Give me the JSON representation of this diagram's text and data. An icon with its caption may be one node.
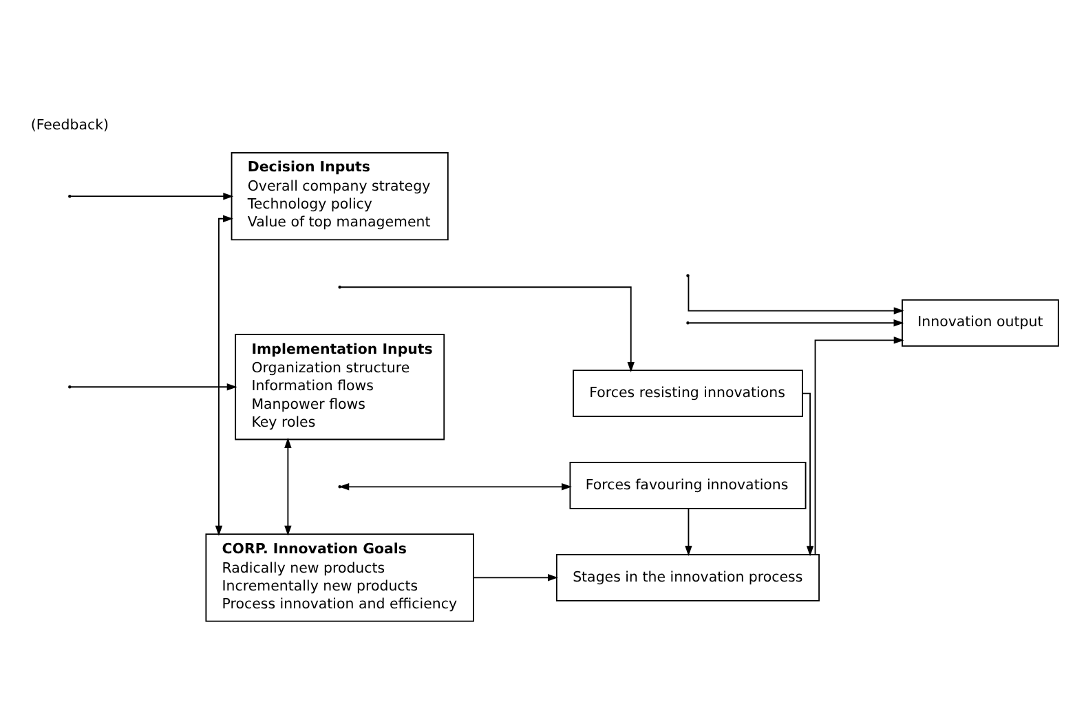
{
  "diagram": {
    "nodes": [
      {
        "text": [
          "Decision Inputs",
          "Overall company strategy",
          "Technology policy",
          "Value of top management"
        ]
      },
      {
        "text": [
          "Forces resisting innovations"
        ]
      },
      {
        "text": [
          "CORP. Innovation Goals",
          "Radically new products",
          "Incrementally new products",
          "Process innovation and efficiency"
        ]
      },
      {
        "text": [
          "Stages in the innovation process"
        ]
      },
      {
        "text": [
          "Innovation output"
        ]
      },
      {
        "text": [
          "Implementation Inputs",
          "Organization structure",
          "Information flows",
          "Manpower flows",
          "Key roles"
        ]
      },
      {
        "text": [
          "Forces favouring innovations"
        ]
      }
    ],
    "edges": [
      {
        "from": null,
        "to": 0,
        "arrow": "to"
      },
      {
        "from": null,
        "to": 1,
        "arrow": "to"
      },
      {
        "from": null,
        "to": 4,
        "arrow": "to"
      },
      {
        "from": 0,
        "to": 2,
        "arrow": "both"
      },
      {
        "from": 1,
        "to": 3,
        "arrow": "to"
      },
      {
        "from": 2,
        "to": 3,
        "arrow": "to"
      },
      {
        "from": 3,
        "to": 4,
        "arrow": "to"
      },
      {
        "from": 2,
        "to": 5,
        "arrow": "both"
      },
      {
        "from": 6,
        "to": 3,
        "arrow": "to"
      },
      {
        "from": null,
        "to": 5,
        "arrow": "to"
      },
      {
        "from": null,
        "to": 6,
        "arrow": "both"
      },
      {
        "from": null,
        "to": 4,
        "arrow": "to"
      }
    ],
    "labels": [
      "(Feedback)"
    ]
  }
}
